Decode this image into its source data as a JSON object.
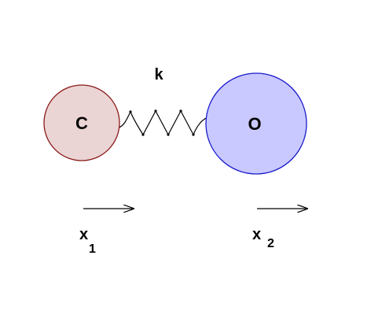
{
  "diagram": {
    "spring_constant_label": "k",
    "atom_left": {
      "label": "C",
      "fill_color": "#ebd4d4",
      "stroke_color": "#8b1a1a",
      "text_color": "#8b0000"
    },
    "atom_right": {
      "label": "O",
      "fill_color": "#c9c9ff",
      "stroke_color": "#1a1acc",
      "text_color": "#00008b"
    },
    "displacement_left": {
      "symbol": "x",
      "subscript": "1"
    },
    "displacement_right": {
      "symbol": "x",
      "subscript": "2"
    },
    "arrow_color": "#000000",
    "spring_color": "#000000"
  }
}
